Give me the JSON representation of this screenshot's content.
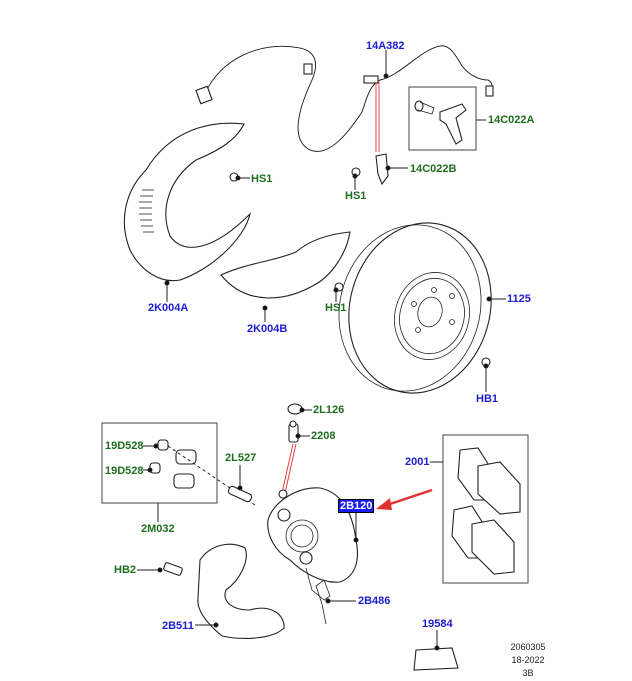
{
  "diagram": {
    "title": "Front brake assembly exploded parts diagram",
    "labels": {
      "wire_sensor": "14A382",
      "bracket_a": "14C022A",
      "bracket_b": "14C022B",
      "hs1_top": "HS1",
      "hs1_mid": "HS1",
      "hs1_low": "HS1",
      "shield_a": "2K004A",
      "shield_b": "2K004B",
      "disc": "1125",
      "hb1": "HB1",
      "cap": "2L126",
      "bleed": "2208",
      "bushing_1": "19D528",
      "bushing_2": "19D528",
      "pin": "2L527",
      "kit": "2M032",
      "caliper": "2B120",
      "pads": "2001",
      "hb2": "HB2",
      "spring": "2B486",
      "carrier": "2B511",
      "grease": "19584"
    },
    "highlighted_part": "2B120",
    "highlight_color": "#1a1aff",
    "arrow_color": "#e03030",
    "footer": {
      "line1": "2060305",
      "line2": "18-2022",
      "line3": "3B"
    }
  }
}
